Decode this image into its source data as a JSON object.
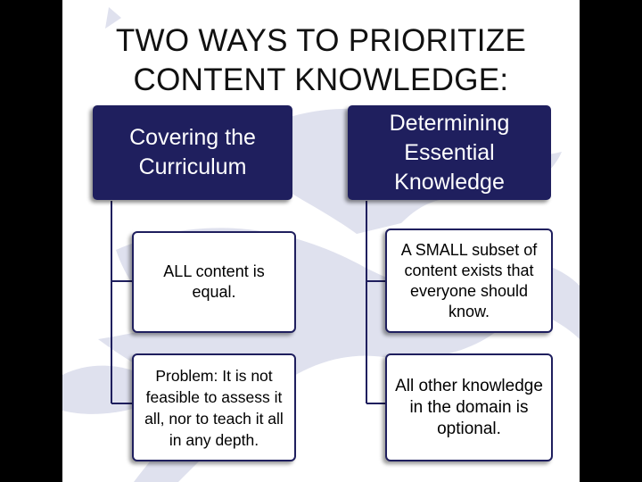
{
  "title_lines": [
    "TWO WAYS TO PRIORITIZE",
    "CONTENT KNOWLEDGE:"
  ],
  "colors": {
    "header_fill": "#1f1f5e",
    "border": "#1f1f5e",
    "watermark": "#dfe1ee",
    "background": "#000000"
  },
  "columns": [
    {
      "header": "Covering the Curriculum",
      "items": [
        "ALL content is equal.",
        "Problem:  It is not feasible to assess it all, nor to teach it all in any depth."
      ]
    },
    {
      "header": "Determining Essential Knowledge",
      "items": [
        "A SMALL subset of content exists that everyone should know.",
        "All other knowledge in the domain is optional."
      ]
    }
  ]
}
